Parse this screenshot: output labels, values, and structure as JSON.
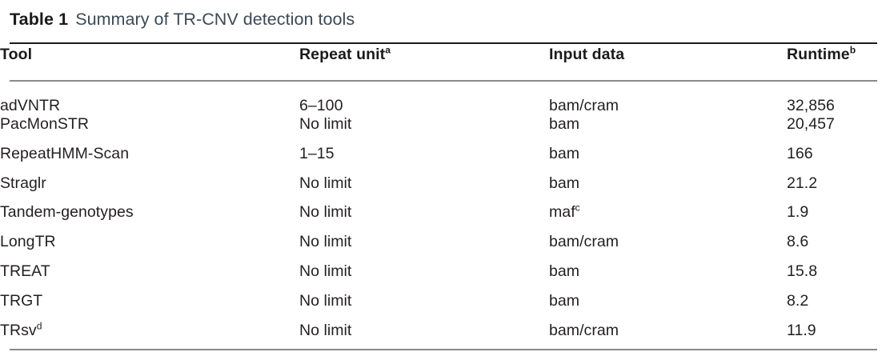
{
  "caption": {
    "label": "Table 1",
    "text": "Summary of TR-CNV detection tools"
  },
  "colors": {
    "rule_top": "#1b1b1b",
    "rule_thin": "#8a8a8a",
    "body_text": "#231f20",
    "caption_text": "#3b4a56"
  },
  "table": {
    "columns": [
      {
        "label": "Tool",
        "footnote": ""
      },
      {
        "label": "Repeat unit",
        "footnote": "a"
      },
      {
        "label": "Input data",
        "footnote": ""
      },
      {
        "label": "Runtime",
        "footnote": "b"
      }
    ],
    "rows": [
      {
        "tool": "adVNTR",
        "tool_footnote": "",
        "repeat_unit": "6–100",
        "input_data": "bam/cram",
        "input_footnote": "",
        "runtime": "32,856"
      },
      {
        "tool": "PacMonSTR",
        "tool_footnote": "",
        "repeat_unit": "No limit",
        "input_data": "bam",
        "input_footnote": "",
        "runtime": "20,457"
      },
      {
        "tool": "RepeatHMM-Scan",
        "tool_footnote": "",
        "repeat_unit": "1–15",
        "input_data": "bam",
        "input_footnote": "",
        "runtime": "166"
      },
      {
        "tool": "Straglr",
        "tool_footnote": "",
        "repeat_unit": "No limit",
        "input_data": "bam",
        "input_footnote": "",
        "runtime": "21.2"
      },
      {
        "tool": "Tandem-genotypes",
        "tool_footnote": "",
        "repeat_unit": "No limit",
        "input_data": "maf",
        "input_footnote": "c",
        "runtime": "1.9"
      },
      {
        "tool": "LongTR",
        "tool_footnote": "",
        "repeat_unit": "No limit",
        "input_data": "bam/cram",
        "input_footnote": "",
        "runtime": "8.6"
      },
      {
        "tool": "TREAT",
        "tool_footnote": "",
        "repeat_unit": "No limit",
        "input_data": "bam",
        "input_footnote": "",
        "runtime": "15.8"
      },
      {
        "tool": "TRGT",
        "tool_footnote": "",
        "repeat_unit": "No limit",
        "input_data": "bam",
        "input_footnote": "",
        "runtime": "8.2"
      },
      {
        "tool": "TRsv",
        "tool_footnote": "d",
        "repeat_unit": "No limit",
        "input_data": "bam/cram",
        "input_footnote": "",
        "runtime": "11.9"
      }
    ]
  }
}
